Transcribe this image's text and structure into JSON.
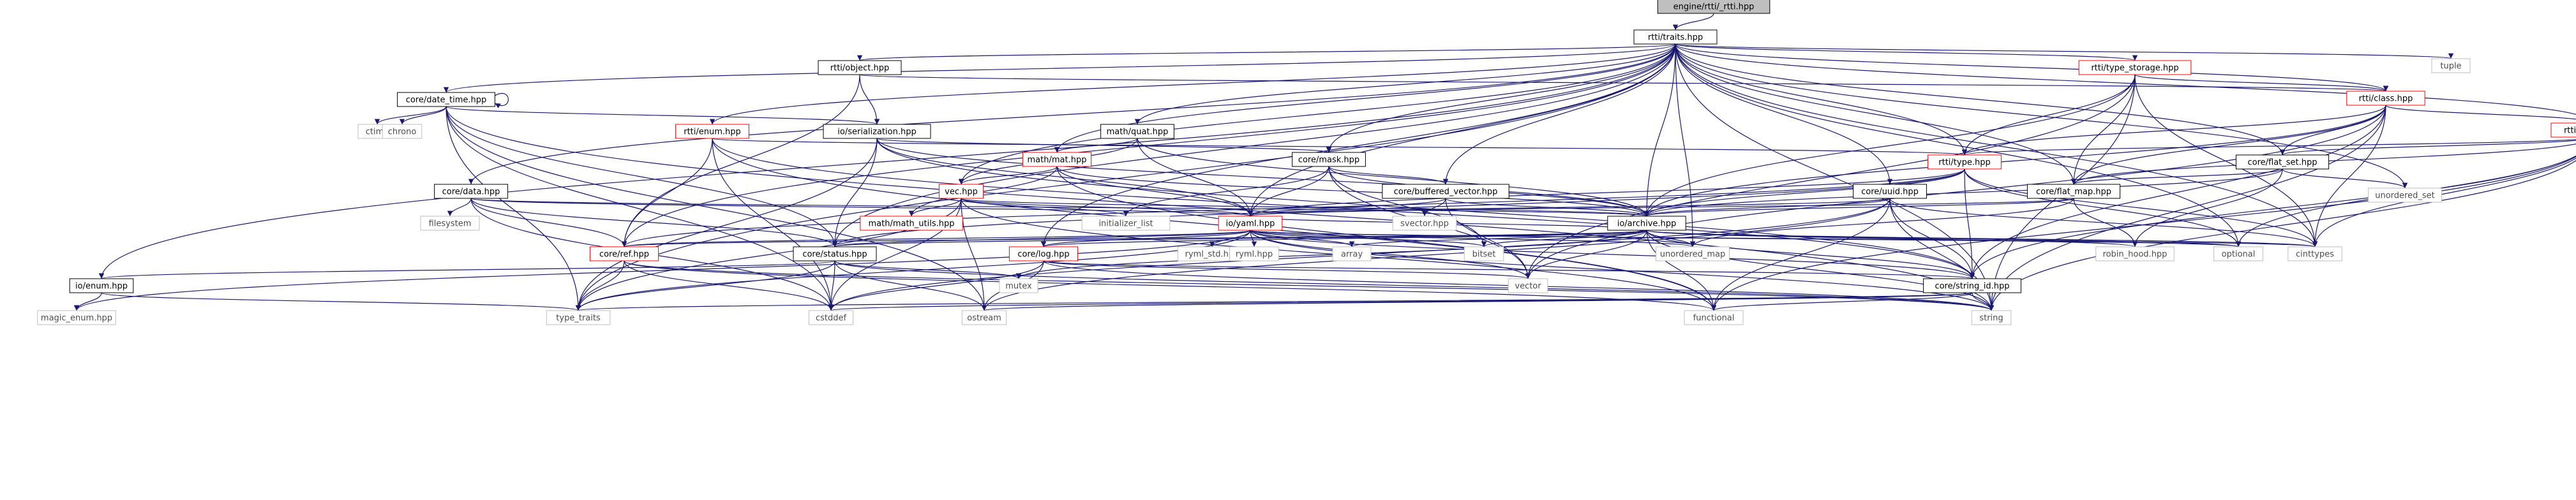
{
  "graph": {
    "colors": {
      "edge": "#191970",
      "root_fill": "#bfbfbf",
      "normal_border": "#000000",
      "incomplete_border": "#ff0000",
      "system_border": "#bfbfbf",
      "system_text": "#4d4d4d"
    },
    "nodes": [
      {
        "id": "rtti_rtti",
        "label": "engine/rtti/_rtti.hpp",
        "kind": "root"
      },
      {
        "id": "traits",
        "label": "rtti/traits.hpp",
        "kind": "normal"
      },
      {
        "id": "tuple",
        "label": "tuple",
        "kind": "system"
      },
      {
        "id": "object",
        "label": "rtti/object.hpp",
        "kind": "normal"
      },
      {
        "id": "type_storage",
        "label": "rtti/type_storage.hpp",
        "kind": "incomplete"
      },
      {
        "id": "class",
        "label": "rtti/class.hpp",
        "kind": "incomplete"
      },
      {
        "id": "struct",
        "label": "rtti/struct.hpp",
        "kind": "incomplete"
      },
      {
        "id": "date_time",
        "label": "core/date_time.hpp",
        "kind": "normal"
      },
      {
        "id": "ctime",
        "label": "ctime",
        "kind": "system"
      },
      {
        "id": "chrono",
        "label": "chrono",
        "kind": "system"
      },
      {
        "id": "enum",
        "label": "rtti/enum.hpp",
        "kind": "incomplete"
      },
      {
        "id": "serialization",
        "label": "io/serialization.hpp",
        "kind": "normal"
      },
      {
        "id": "quat",
        "label": "math/quat.hpp",
        "kind": "normal"
      },
      {
        "id": "mat",
        "label": "math/mat.hpp",
        "kind": "incomplete"
      },
      {
        "id": "mask",
        "label": "core/mask.hpp",
        "kind": "normal"
      },
      {
        "id": "type",
        "label": "rtti/type.hpp",
        "kind": "incomplete"
      },
      {
        "id": "flat_set",
        "label": "core/flat_set.hpp",
        "kind": "normal"
      },
      {
        "id": "unordered_set",
        "label": "unordered_set",
        "kind": "system"
      },
      {
        "id": "data",
        "label": "core/data.hpp",
        "kind": "normal"
      },
      {
        "id": "vec",
        "label": "vec.hpp",
        "kind": "incomplete"
      },
      {
        "id": "buffered_vector",
        "label": "core/buffered_vector.hpp",
        "kind": "normal"
      },
      {
        "id": "uuid",
        "label": "core/uuid.hpp",
        "kind": "normal"
      },
      {
        "id": "flat_map",
        "label": "core/flat_map.hpp",
        "kind": "normal"
      },
      {
        "id": "filesystem",
        "label": "filesystem",
        "kind": "system"
      },
      {
        "id": "math_utils",
        "label": "math/math_utils.hpp",
        "kind": "incomplete"
      },
      {
        "id": "initializer_list",
        "label": "initializer_list",
        "kind": "system"
      },
      {
        "id": "svector",
        "label": "svector.hpp",
        "kind": "system"
      },
      {
        "id": "archive",
        "label": "io/archive.hpp",
        "kind": "normal"
      },
      {
        "id": "yaml",
        "label": "io/yaml.hpp",
        "kind": "incomplete"
      },
      {
        "id": "ref",
        "label": "core/ref.hpp",
        "kind": "incomplete"
      },
      {
        "id": "status",
        "label": "core/status.hpp",
        "kind": "normal"
      },
      {
        "id": "log",
        "label": "core/log.hpp",
        "kind": "incomplete"
      },
      {
        "id": "ryml_std",
        "label": "ryml_std.hpp",
        "kind": "system"
      },
      {
        "id": "ryml",
        "label": "ryml.hpp",
        "kind": "system"
      },
      {
        "id": "array",
        "label": "array",
        "kind": "system"
      },
      {
        "id": "bitset",
        "label": "bitset",
        "kind": "system"
      },
      {
        "id": "unordered_map",
        "label": "unordered_map",
        "kind": "system"
      },
      {
        "id": "robin_hood",
        "label": "robin_hood.hpp",
        "kind": "system"
      },
      {
        "id": "optional",
        "label": "optional",
        "kind": "system"
      },
      {
        "id": "cinttypes",
        "label": "cinttypes",
        "kind": "system"
      },
      {
        "id": "io_enum",
        "label": "io/enum.hpp",
        "kind": "normal"
      },
      {
        "id": "mutex",
        "label": "mutex",
        "kind": "system"
      },
      {
        "id": "vector",
        "label": "vector",
        "kind": "system"
      },
      {
        "id": "string_id",
        "label": "core/string_id.hpp",
        "kind": "normal"
      },
      {
        "id": "magic_enum",
        "label": "magic_enum.hpp",
        "kind": "system"
      },
      {
        "id": "type_traits",
        "label": "type_traits",
        "kind": "system"
      },
      {
        "id": "cstddef",
        "label": "cstddef",
        "kind": "system"
      },
      {
        "id": "ostream",
        "label": "ostream",
        "kind": "system"
      },
      {
        "id": "functional",
        "label": "functional",
        "kind": "system"
      },
      {
        "id": "string",
        "label": "string",
        "kind": "system"
      }
    ],
    "edges": [
      [
        "rtti_rtti",
        "traits"
      ],
      [
        "traits",
        "tuple"
      ],
      [
        "traits",
        "object"
      ],
      [
        "traits",
        "type_storage"
      ],
      [
        "traits",
        "class"
      ],
      [
        "traits",
        "struct"
      ],
      [
        "traits",
        "date_time"
      ],
      [
        "traits",
        "enum"
      ],
      [
        "traits",
        "quat"
      ],
      [
        "traits",
        "mat"
      ],
      [
        "traits",
        "mask"
      ],
      [
        "traits",
        "type"
      ],
      [
        "traits",
        "flat_set"
      ],
      [
        "traits",
        "unordered_set"
      ],
      [
        "traits",
        "data"
      ],
      [
        "traits",
        "vec"
      ],
      [
        "traits",
        "buffered_vector"
      ],
      [
        "traits",
        "uuid"
      ],
      [
        "traits",
        "flat_map"
      ],
      [
        "traits",
        "archive"
      ],
      [
        "traits",
        "yaml"
      ],
      [
        "traits",
        "status"
      ],
      [
        "traits",
        "io_enum"
      ],
      [
        "traits",
        "unordered_map"
      ],
      [
        "traits",
        "cinttypes"
      ],
      [
        "traits",
        "optional"
      ],
      [
        "traits",
        "string"
      ],
      [
        "traits",
        "type_traits"
      ],
      [
        "traits",
        "ref"
      ],
      [
        "traits",
        "log"
      ],
      [
        "object",
        "class"
      ],
      [
        "object",
        "serialization"
      ],
      [
        "object",
        "ref"
      ],
      [
        "type_storage",
        "class"
      ],
      [
        "type_storage",
        "type"
      ],
      [
        "type_storage",
        "flat_map"
      ],
      [
        "type_storage",
        "archive"
      ],
      [
        "type_storage",
        "cinttypes"
      ],
      [
        "type_storage",
        "string"
      ],
      [
        "type_storage",
        "vector"
      ],
      [
        "class",
        "struct"
      ],
      [
        "class",
        "type"
      ],
      [
        "class",
        "flat_set"
      ],
      [
        "class",
        "flat_map"
      ],
      [
        "class",
        "cinttypes"
      ],
      [
        "class",
        "string_id"
      ],
      [
        "class",
        "vector"
      ],
      [
        "class",
        "string"
      ],
      [
        "class",
        "archive"
      ],
      [
        "struct",
        "type"
      ],
      [
        "struct",
        "flat_set"
      ],
      [
        "struct",
        "flat_map"
      ],
      [
        "struct",
        "optional"
      ],
      [
        "struct",
        "cinttypes"
      ],
      [
        "struct",
        "string_id"
      ],
      [
        "struct",
        "string"
      ],
      [
        "struct",
        "functional"
      ],
      [
        "date_time",
        "date_time"
      ],
      [
        "date_time",
        "ctime"
      ],
      [
        "date_time",
        "chrono"
      ],
      [
        "date_time",
        "serialization"
      ],
      [
        "date_time",
        "type_traits"
      ],
      [
        "date_time",
        "cstddef"
      ],
      [
        "date_time",
        "string"
      ],
      [
        "date_time",
        "status"
      ],
      [
        "date_time",
        "ostream"
      ],
      [
        "enum",
        "ref"
      ],
      [
        "enum",
        "type"
      ],
      [
        "enum",
        "string_id"
      ],
      [
        "enum",
        "cstddef"
      ],
      [
        "enum",
        "functional"
      ],
      [
        "serialization",
        "archive"
      ],
      [
        "serialization",
        "status"
      ],
      [
        "serialization",
        "mask"
      ],
      [
        "serialization",
        "yaml"
      ],
      [
        "serialization",
        "string_id"
      ],
      [
        "serialization",
        "type_traits"
      ],
      [
        "quat",
        "mat"
      ],
      [
        "quat",
        "vec"
      ],
      [
        "quat",
        "yaml"
      ],
      [
        "quat",
        "archive"
      ],
      [
        "mat",
        "vec"
      ],
      [
        "mat",
        "math_utils"
      ],
      [
        "mat",
        "yaml"
      ],
      [
        "mat",
        "archive"
      ],
      [
        "mat",
        "functional"
      ],
      [
        "mask",
        "buffered_vector"
      ],
      [
        "mask",
        "initializer_list"
      ],
      [
        "mask",
        "yaml"
      ],
      [
        "mask",
        "archive"
      ],
      [
        "mask",
        "bitset"
      ],
      [
        "mask",
        "vector"
      ],
      [
        "type",
        "yaml"
      ],
      [
        "type",
        "archive"
      ],
      [
        "type",
        "string_id"
      ],
      [
        "type",
        "ref"
      ],
      [
        "type",
        "optional"
      ],
      [
        "type",
        "cinttypes"
      ],
      [
        "type",
        "status"
      ],
      [
        "flat_set",
        "flat_map"
      ],
      [
        "flat_set",
        "robin_hood"
      ],
      [
        "flat_set",
        "unordered_set"
      ],
      [
        "flat_set",
        "archive"
      ],
      [
        "data",
        "filesystem"
      ],
      [
        "data",
        "ref"
      ],
      [
        "data",
        "status"
      ],
      [
        "data",
        "yaml"
      ],
      [
        "data",
        "cstddef"
      ],
      [
        "data",
        "archive"
      ],
      [
        "vec",
        "math_utils"
      ],
      [
        "vec",
        "initializer_list"
      ],
      [
        "vec",
        "yaml"
      ],
      [
        "vec",
        "archive"
      ],
      [
        "vec",
        "cstddef"
      ],
      [
        "vec",
        "type_traits"
      ],
      [
        "vec",
        "functional"
      ],
      [
        "vec",
        "ostream"
      ],
      [
        "buffered_vector",
        "svector"
      ],
      [
        "buffered_vector",
        "archive"
      ],
      [
        "buffered_vector",
        "yaml"
      ],
      [
        "buffered_vector",
        "vector"
      ],
      [
        "uuid",
        "archive"
      ],
      [
        "uuid",
        "yaml"
      ],
      [
        "uuid",
        "cinttypes"
      ],
      [
        "uuid",
        "string"
      ],
      [
        "uuid",
        "string_id"
      ],
      [
        "uuid",
        "functional"
      ],
      [
        "uuid",
        "cstddef"
      ],
      [
        "uuid",
        "ostream"
      ],
      [
        "flat_map",
        "archive"
      ],
      [
        "flat_map",
        "robin_hood"
      ],
      [
        "flat_map",
        "unordered_map"
      ],
      [
        "flat_map",
        "yaml"
      ],
      [
        "archive",
        "yaml"
      ],
      [
        "archive",
        "optional"
      ],
      [
        "archive",
        "robin_hood"
      ],
      [
        "archive",
        "cinttypes"
      ],
      [
        "archive",
        "unordered_map"
      ],
      [
        "archive",
        "bitset"
      ],
      [
        "archive",
        "array"
      ],
      [
        "archive",
        "vector"
      ],
      [
        "archive",
        "string_id"
      ],
      [
        "archive",
        "ref"
      ],
      [
        "archive",
        "status"
      ],
      [
        "archive",
        "log"
      ],
      [
        "archive",
        "string"
      ],
      [
        "archive",
        "mutex"
      ],
      [
        "archive",
        "functional"
      ],
      [
        "yaml",
        "ref"
      ],
      [
        "yaml",
        "status"
      ],
      [
        "yaml",
        "log"
      ],
      [
        "yaml",
        "ryml_std"
      ],
      [
        "yaml",
        "ryml"
      ],
      [
        "yaml",
        "array"
      ],
      [
        "yaml",
        "bitset"
      ],
      [
        "yaml",
        "vector"
      ],
      [
        "yaml",
        "string_id"
      ],
      [
        "yaml",
        "unordered_map"
      ],
      [
        "yaml",
        "optional"
      ],
      [
        "yaml",
        "cinttypes"
      ],
      [
        "yaml",
        "type_traits"
      ],
      [
        "yaml",
        "magic_enum"
      ],
      [
        "yaml",
        "string"
      ],
      [
        "ref",
        "type_traits"
      ],
      [
        "ref",
        "cstddef"
      ],
      [
        "ref",
        "functional"
      ],
      [
        "ref",
        "string"
      ],
      [
        "status",
        "io_enum"
      ],
      [
        "status",
        "mutex"
      ],
      [
        "status",
        "type_traits"
      ],
      [
        "status",
        "cstddef"
      ],
      [
        "status",
        "ostream"
      ],
      [
        "status",
        "string"
      ],
      [
        "log",
        "string_id"
      ],
      [
        "log",
        "vector"
      ],
      [
        "log",
        "cstddef"
      ],
      [
        "log",
        "ostream"
      ],
      [
        "log",
        "string"
      ],
      [
        "io_enum",
        "magic_enum"
      ],
      [
        "io_enum",
        "type_traits"
      ],
      [
        "string_id",
        "type_traits"
      ],
      [
        "string_id",
        "cstddef"
      ],
      [
        "string_id",
        "ostream"
      ],
      [
        "string_id",
        "functional"
      ],
      [
        "string_id",
        "string"
      ]
    ]
  }
}
